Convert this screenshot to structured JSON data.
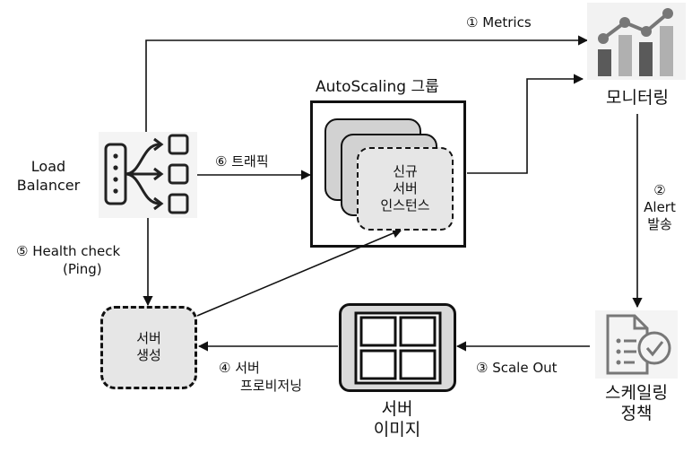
{
  "steps": {
    "metrics": "① Metrics",
    "alert_line1": "②",
    "alert_line2": "Alert",
    "alert_line3": "발송",
    "scale_out": "③ Scale Out",
    "provisioning_line1": "④ 서버",
    "provisioning_line2": "프로비저닝",
    "health_line1": "⑤ Health check",
    "health_line2": "(Ping)",
    "traffic": "⑥ 트래픽"
  },
  "nodes": {
    "load_balancer_line1": "Load",
    "load_balancer_line2": "Balancer",
    "autoscaling_group": "AutoScaling 그룹",
    "new_instance_line1": "신규",
    "new_instance_line2": "서버",
    "new_instance_line3": "인스턴스",
    "monitoring": "모니터링",
    "scaling_policy_line1": "스케일링",
    "scaling_policy_line2": "정책",
    "server_image_line1": "서버",
    "server_image_line2": "이미지",
    "server_create_line1": "서버",
    "server_create_line2": "생성"
  },
  "icons": {
    "load_balancer": "load-balancer-icon",
    "monitoring": "bar-line-chart-icon",
    "scaling_policy": "document-checkmark-icon",
    "server_image": "grid-image-icon"
  },
  "colors": {
    "line": "#111111",
    "box_fill": "#e6e6e6",
    "stack_fill": "#d2d2d2",
    "chart_bar": "#5a5a5a",
    "chart_bar_light": "#b0b0b0"
  }
}
